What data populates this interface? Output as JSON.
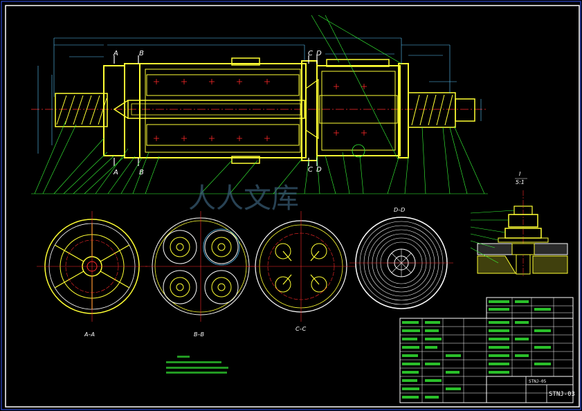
{
  "colors": {
    "background": "#000000",
    "frame": "#3a5cff",
    "outline": "#ffff33",
    "centerline": "#ff2a2a",
    "leader": "#39ff39",
    "dimension": "#5cc8ff",
    "text": "#ffffff",
    "watermark": "#3a5f78"
  },
  "section_labels": {
    "a_left": "A",
    "b_left": "B",
    "c_top": "C",
    "d_top": "D",
    "c_bottom": "C",
    "d_bottom": "D",
    "a_bottom": "A",
    "b_bottom": "B"
  },
  "views": {
    "a_a": "A–A",
    "b_b": "B–B",
    "c_c": "C–C",
    "d_d": "D–D"
  },
  "detail_mark": {
    "letter": "I",
    "scale": "5:1"
  },
  "watermark": "人人文库",
  "title_block": {
    "drawing_no_small": "STNJ-05",
    "drawing_no": "STNJ-03"
  }
}
